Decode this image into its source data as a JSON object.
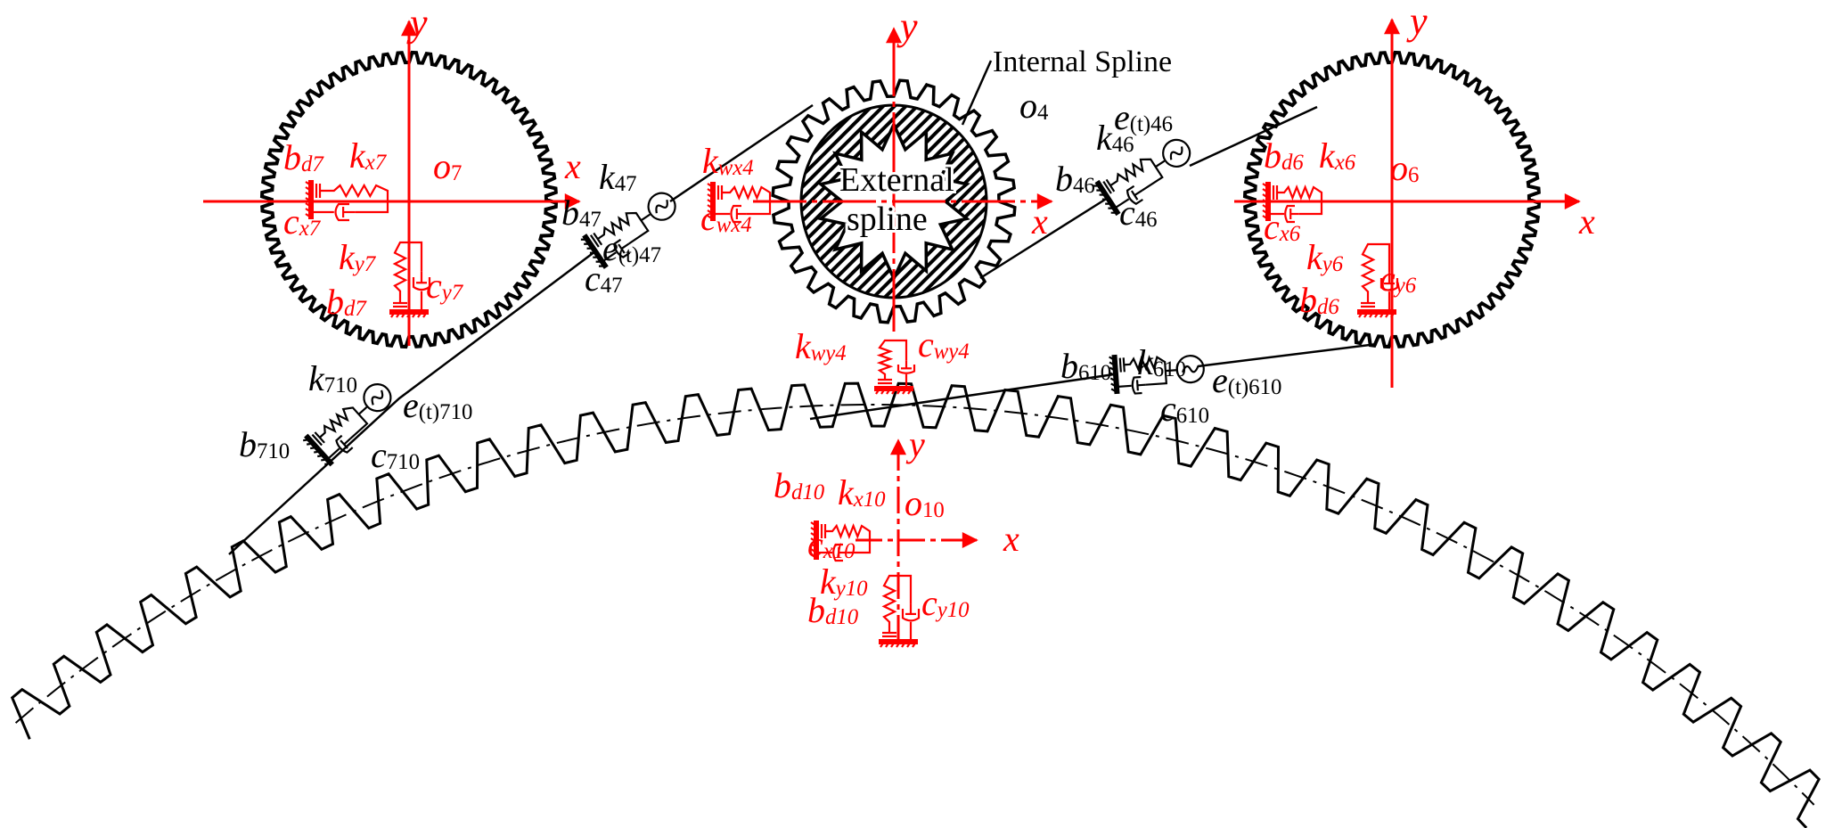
{
  "colors": {
    "red": "#ff0000",
    "black": "#000000"
  },
  "annotations": {
    "internal_spline": "Internal Spline",
    "external_spline_line1": "External",
    "external_spline_line2": "spline"
  },
  "labels": [
    {
      "text": "y",
      "sub": "",
      "color": "red"
    },
    {
      "text": "b",
      "sub": "d7",
      "color": "red"
    },
    {
      "text": "k",
      "sub": "x7",
      "color": "red"
    },
    {
      "text": "o",
      "sub": "7",
      "color": "red"
    },
    {
      "text": "x",
      "sub": "",
      "color": "red"
    },
    {
      "text": "c",
      "sub": "x7",
      "color": "red"
    },
    {
      "text": "k",
      "sub": "y7",
      "color": "red"
    },
    {
      "text": "b",
      "sub": "d7",
      "color": "red"
    },
    {
      "text": "c",
      "sub": "y7",
      "color": "red"
    },
    {
      "text": "k",
      "sub": "wx4",
      "color": "red"
    },
    {
      "text": "c",
      "sub": "wx4",
      "color": "red"
    },
    {
      "text": "y",
      "sub": "",
      "color": "red"
    },
    {
      "text": "x",
      "sub": "",
      "color": "red"
    },
    {
      "text": "k",
      "sub": "wy4",
      "color": "red"
    },
    {
      "text": "c",
      "sub": "wy4",
      "color": "red"
    },
    {
      "text": "b",
      "sub": "d6",
      "color": "red"
    },
    {
      "text": "k",
      "sub": "x6",
      "color": "red"
    },
    {
      "text": "o",
      "sub": "6",
      "color": "red"
    },
    {
      "text": "x",
      "sub": "",
      "color": "red"
    },
    {
      "text": "c",
      "sub": "x6",
      "color": "red"
    },
    {
      "text": "k",
      "sub": "y6",
      "color": "red"
    },
    {
      "text": "c",
      "sub": "y6",
      "color": "red"
    },
    {
      "text": "b",
      "sub": "d6",
      "color": "red"
    },
    {
      "text": "y",
      "sub": "",
      "color": "red"
    },
    {
      "text": "y",
      "sub": "",
      "color": "red"
    },
    {
      "text": "b",
      "sub": "d10",
      "color": "red"
    },
    {
      "text": "k",
      "sub": "x10",
      "color": "red"
    },
    {
      "text": "o",
      "sub": "10",
      "color": "red"
    },
    {
      "text": "x",
      "sub": "",
      "color": "red"
    },
    {
      "text": "c",
      "sub": "x10",
      "color": "red"
    },
    {
      "text": "k",
      "sub": "y10",
      "color": "red"
    },
    {
      "text": "c",
      "sub": "y10",
      "color": "red"
    },
    {
      "text": "b",
      "sub": "d10",
      "color": "red"
    },
    {
      "text": "o",
      "sub": "4",
      "color": "black"
    },
    {
      "text": "k",
      "sub": "47",
      "color": "black"
    },
    {
      "text": "b",
      "sub": "47",
      "color": "black"
    },
    {
      "text": "e",
      "sub": "(t)47",
      "color": "black"
    },
    {
      "text": "c",
      "sub": "47",
      "color": "black"
    },
    {
      "text": "k",
      "sub": "46",
      "color": "black"
    },
    {
      "text": "b",
      "sub": "46",
      "color": "black"
    },
    {
      "text": "e",
      "sub": "(t)46",
      "color": "black"
    },
    {
      "text": "c",
      "sub": "46",
      "color": "black"
    },
    {
      "text": "k",
      "sub": "710",
      "color": "black"
    },
    {
      "text": "e",
      "sub": "(t)710",
      "color": "black"
    },
    {
      "text": "b",
      "sub": "710",
      "color": "black"
    },
    {
      "text": "c",
      "sub": "710",
      "color": "black"
    },
    {
      "text": "b",
      "sub": "610",
      "color": "black"
    },
    {
      "text": "k",
      "sub": "610",
      "color": "black"
    },
    {
      "text": "e",
      "sub": "(t)610",
      "color": "black"
    },
    {
      "text": "c",
      "sub": "610",
      "color": "black"
    }
  ]
}
